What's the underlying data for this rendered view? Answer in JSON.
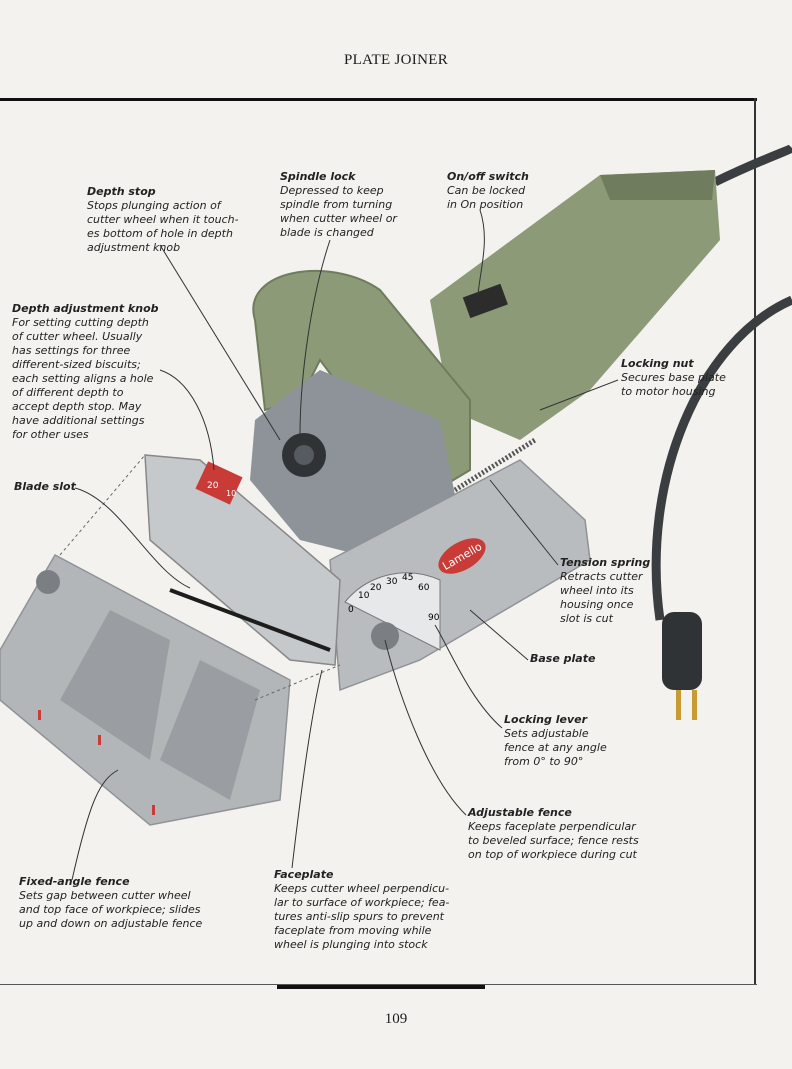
{
  "header": {
    "title": "PLATE JOINER"
  },
  "page_number": "109",
  "callouts": {
    "depth_stop": {
      "title": "Depth stop",
      "desc": "Stops plunging action of\ncutter wheel when it touch-\nes bottom of hole in depth\nadjustment knob"
    },
    "spindle_lock": {
      "title": "Spindle lock",
      "desc": "Depressed to keep\nspindle from turning\nwhen cutter wheel or\nblade is changed"
    },
    "on_off_switch": {
      "title": "On/off switch",
      "desc": "Can be locked\nin On position"
    },
    "depth_adjustment_knob": {
      "title": "Depth adjustment knob",
      "desc": "For setting cutting depth\nof cutter wheel. Usually\nhas settings for three\ndifferent-sized biscuits;\neach setting aligns a hole\nof different depth to\naccept depth stop. May\nhave additional settings\nfor other uses"
    },
    "locking_nut": {
      "title": "Locking nut",
      "desc": "Secures base plate\nto motor housing"
    },
    "blade_slot": {
      "title": "Blade slot",
      "desc": ""
    },
    "tension_spring": {
      "title": "Tension spring",
      "desc": "Retracts cutter\nwheel into its\nhousing once\nslot is cut"
    },
    "base_plate": {
      "title": "Base plate",
      "desc": ""
    },
    "locking_lever": {
      "title": "Locking lever",
      "desc": "Sets adjustable\nfence at any angle\nfrom 0° to 90°"
    },
    "adjustable_fence": {
      "title": "Adjustable fence",
      "desc": "Keeps faceplate perpendicular\nto beveled surface; fence rests\non top of workpiece during cut"
    },
    "fixed_angle_fence": {
      "title": "Fixed-angle fence",
      "desc": "Sets gap between cutter wheel\nand top face of workpiece; slides\nup and down on adjustable fence"
    },
    "faceplate": {
      "title": "Faceplate",
      "desc": "Keeps cutter wheel perpendicu-\nlar to surface of workpiece; fea-\ntures anti-slip spurs to prevent\nfaceplate from moving while\nwheel is plunging into stock"
    }
  },
  "tool_labels": {
    "brand": "Lamello",
    "depth_setting": "20",
    "depth_setting_small": "10",
    "angle_ticks": [
      "0",
      "10",
      "20",
      "30",
      "45",
      "60",
      "90"
    ]
  },
  "colors": {
    "housing_green": "#8c9a78",
    "housing_dark": "#6f7c5e",
    "base_gray": "#b9bcbf",
    "brand_red": "#c83b36",
    "cord": "#3a3e40"
  }
}
